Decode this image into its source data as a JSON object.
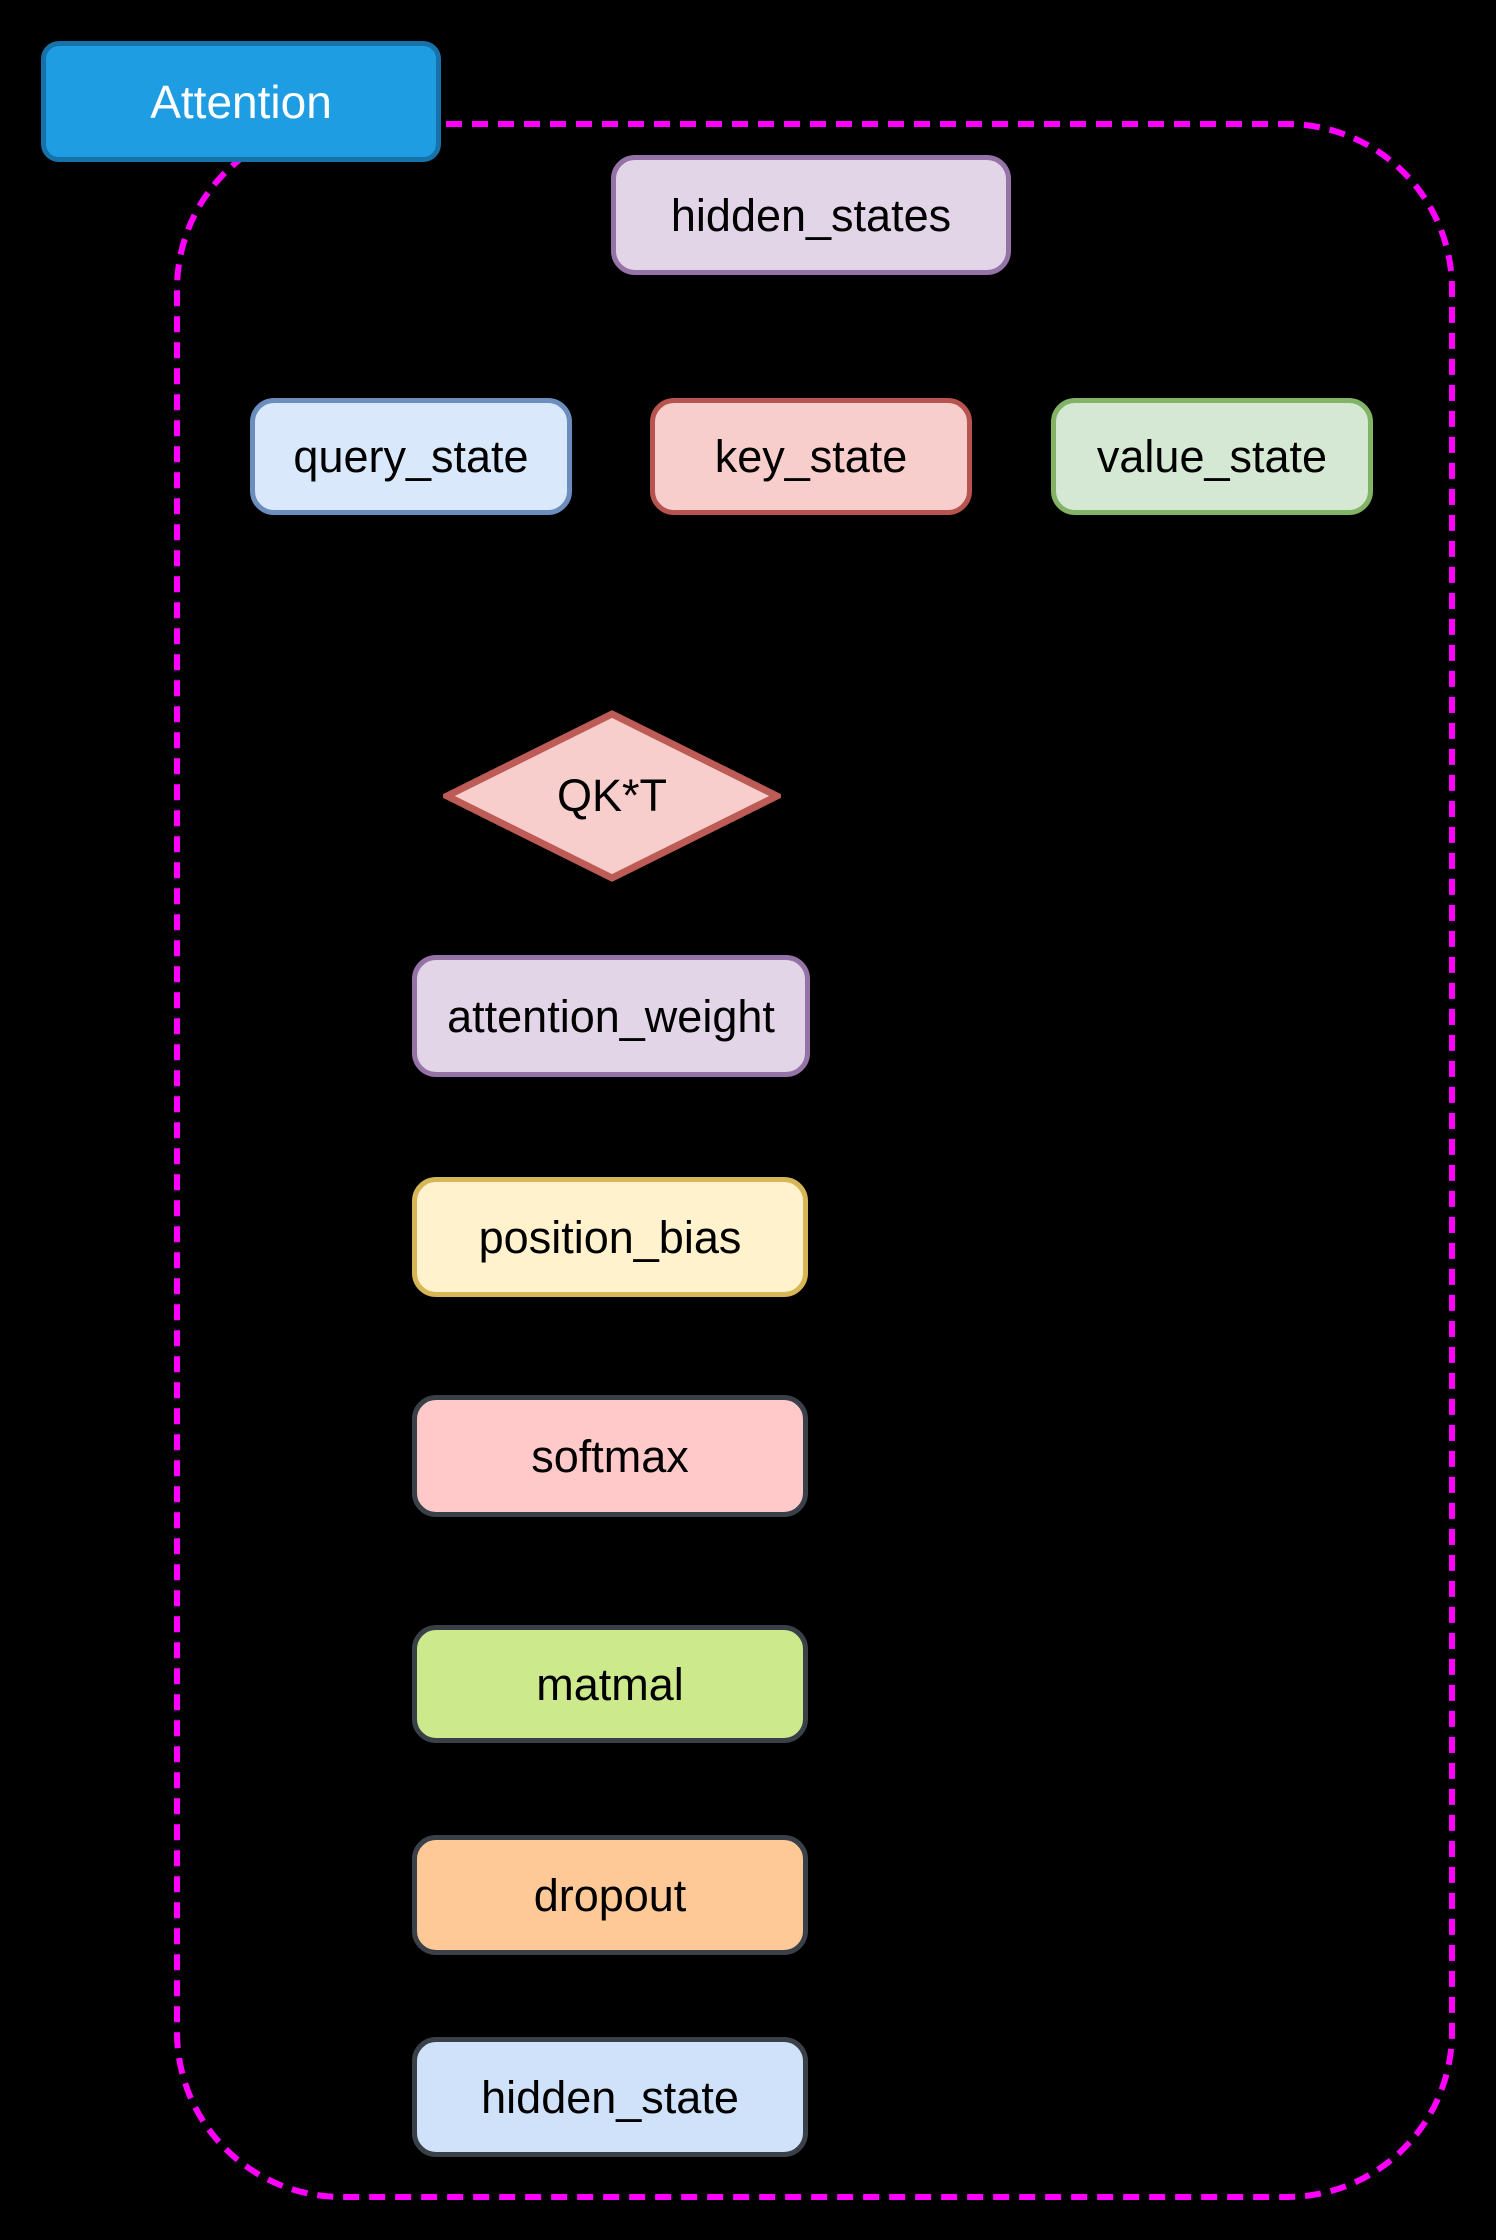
{
  "canvas": {
    "background": "#000000"
  },
  "group": {
    "label": "Attention",
    "border_color": "#ff00ff",
    "border_style": "dashed"
  },
  "title_badge": {
    "label": "Attention",
    "fill": "#1e9de2",
    "border": "#1672a9",
    "text": "#ffffff"
  },
  "nodes": {
    "hidden_states": {
      "label": "hidden_states",
      "shape": "rounded-rect",
      "fill": "#e1d5e7",
      "border": "#9673a6"
    },
    "query_state": {
      "label": "query_state",
      "shape": "rounded-rect",
      "fill": "#dae8fc",
      "border": "#6c8ebf"
    },
    "key_state": {
      "label": "key_state",
      "shape": "rounded-rect",
      "fill": "#f8cecc",
      "border": "#b85450"
    },
    "value_state": {
      "label": "value_state",
      "shape": "rounded-rect",
      "fill": "#d5e8d4",
      "border": "#82b366"
    },
    "qkt": {
      "label": "QK*T",
      "shape": "diamond",
      "fill": "#f8cecc",
      "border": "#bd5b56"
    },
    "attention_weight": {
      "label": "attention_weight",
      "shape": "rounded-rect",
      "fill": "#e1d5e7",
      "border": "#9673a6"
    },
    "position_bias": {
      "label": "position_bias",
      "shape": "rounded-rect",
      "fill": "#fff2cc",
      "border": "#d6b656"
    },
    "softmax": {
      "label": "softmax",
      "shape": "rounded-rect",
      "fill": "#ffc9c9",
      "border": "#3a4048"
    },
    "matmal": {
      "label": "matmal",
      "shape": "rounded-rect",
      "fill": "#cce98b",
      "border": "#3a4048"
    },
    "dropout": {
      "label": "dropout",
      "shape": "rounded-rect",
      "fill": "#ffc997",
      "border": "#3a4048"
    },
    "hidden_state": {
      "label": "hidden_state",
      "shape": "rounded-rect",
      "fill": "#cfe2f9",
      "border": "#3a4048"
    }
  }
}
